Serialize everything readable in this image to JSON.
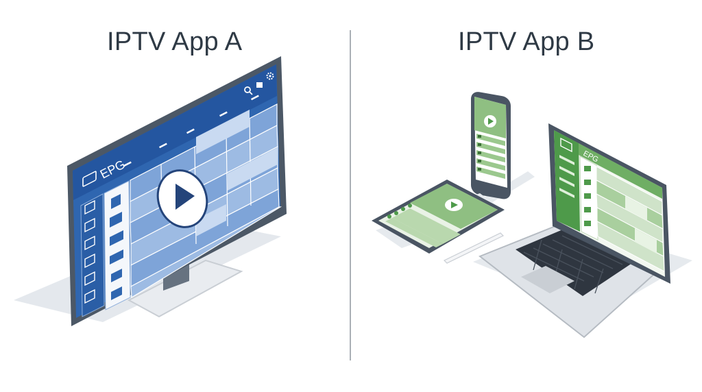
{
  "panels": {
    "left": {
      "title": "IPTV App A",
      "epg_label": "EPG"
    },
    "right": {
      "title": "IPTV App B",
      "epg_label": "EPG"
    }
  },
  "colors": {
    "app_a_primary": "#2f66b0",
    "app_a_grid": "#9dbbe3",
    "app_b_primary": "#4e9a4a",
    "app_b_grid": "#cfe3c9",
    "divider": "#aab0b6",
    "title_text": "#2f3a45"
  },
  "icons": {
    "app_a_header": [
      "search-icon",
      "list-icon",
      "gear-icon"
    ],
    "app_a_sidebar": [
      "tv-icon",
      "play-icon",
      "grid-icon",
      "video-icon",
      "list-icon",
      "image-icon"
    ],
    "app_a_center": "play-icon",
    "app_b_center": "play-icon"
  }
}
